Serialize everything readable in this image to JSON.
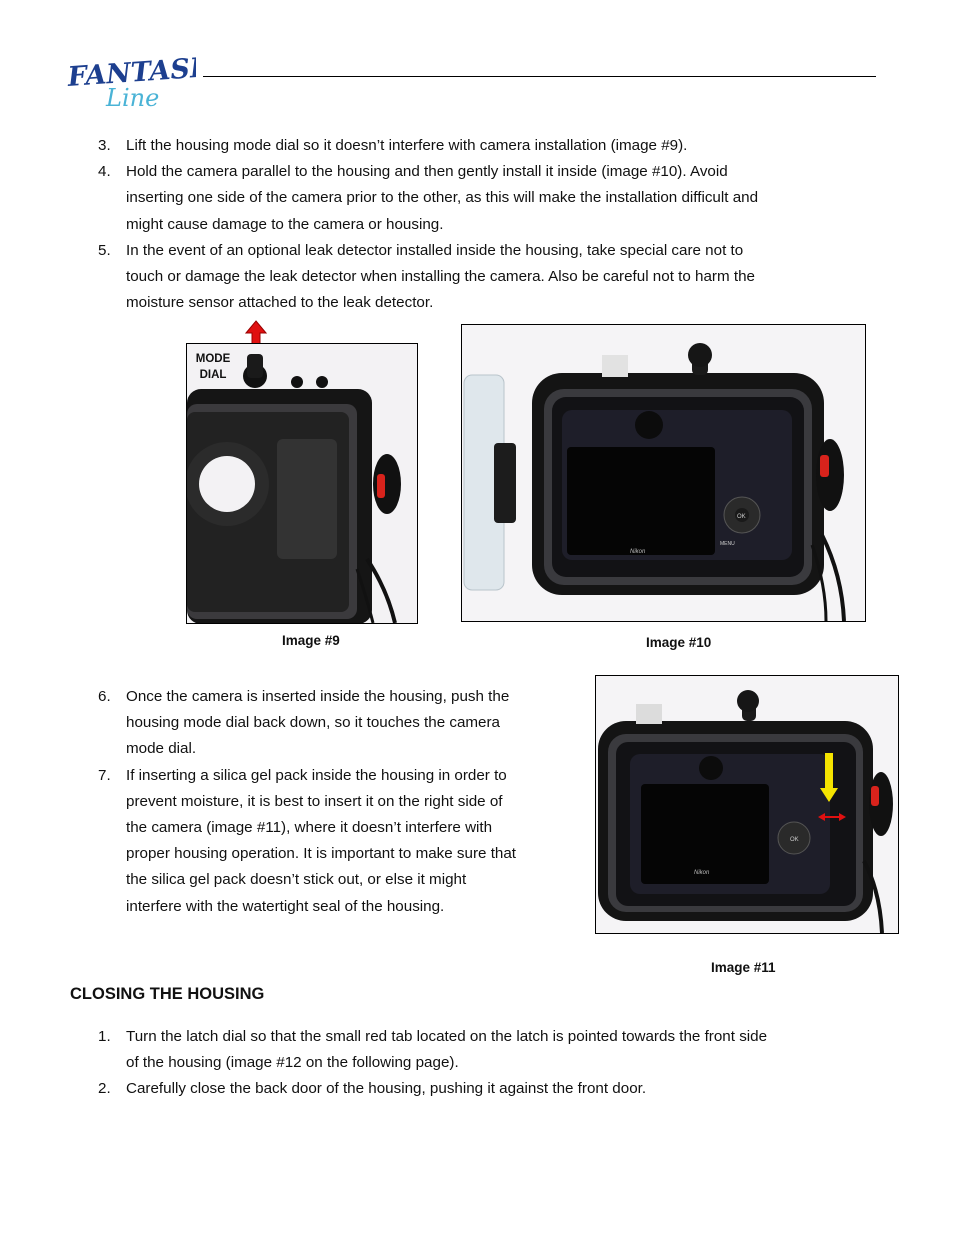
{
  "header": {
    "logo_text_1": "FANTASEA",
    "logo_text_2": "Line"
  },
  "steps_a": [
    {
      "num": "3.",
      "lines": [
        "Lift the housing mode dial so it doesn’t interfere with camera installation (image #9)."
      ]
    },
    {
      "num": "4.",
      "lines": [
        "Hold the camera parallel to the housing and then gently install it inside (image #10). Avoid",
        "inserting one side of the camera prior to the other, as this will make the installation difficult and",
        "might cause damage to the camera or housing."
      ]
    },
    {
      "num": "5.",
      "lines": [
        "In the event of an optional leak detector installed inside the housing, take special care not to",
        "touch or damage the leak detector when installing the camera. Also be careful not to harm the",
        "moisture sensor attached to the leak detector."
      ]
    }
  ],
  "image9": {
    "caption": "Image #9",
    "label_1": "MODE",
    "label_2": "DIAL"
  },
  "image10": {
    "caption": "Image #10"
  },
  "image11": {
    "caption": "Image #11"
  },
  "camera_brand": "Nikon",
  "camera_labels": {
    "ok": "OK",
    "menu": "MENU"
  },
  "steps_b": [
    {
      "num": "6.",
      "lines": [
        "Once the camera is inserted inside the housing, push the",
        "housing mode dial back down, so it touches the camera",
        "mode dial."
      ]
    },
    {
      "num": "7.",
      "lines": [
        "If inserting a silica gel pack inside the housing in order to",
        "prevent moisture, it is best to insert it on the right side of",
        "the camera (image #11), where it doesn’t interfere with",
        "proper housing operation. It is important to make sure that",
        "the silica gel pack doesn’t stick out, or else it might",
        "interfere with the watertight seal of the housing."
      ]
    }
  ],
  "section": {
    "title": "CLOSING THE HOUSING"
  },
  "steps_c": [
    {
      "num": "1.",
      "lines": [
        "Turn the latch dial so that the small red tab located on the latch is pointed towards the front side",
        "of the housing (image #12 on the following page)."
      ]
    },
    {
      "num": "2.",
      "lines": [
        "Carefully close the back door of the housing, pushing it against the front door."
      ]
    }
  ],
  "colors": {
    "accent_red": "#e01010",
    "accent_yellow": "#f5e400",
    "logo_blue": "#1d3f8f",
    "logo_cyan": "#4ab3d6"
  }
}
